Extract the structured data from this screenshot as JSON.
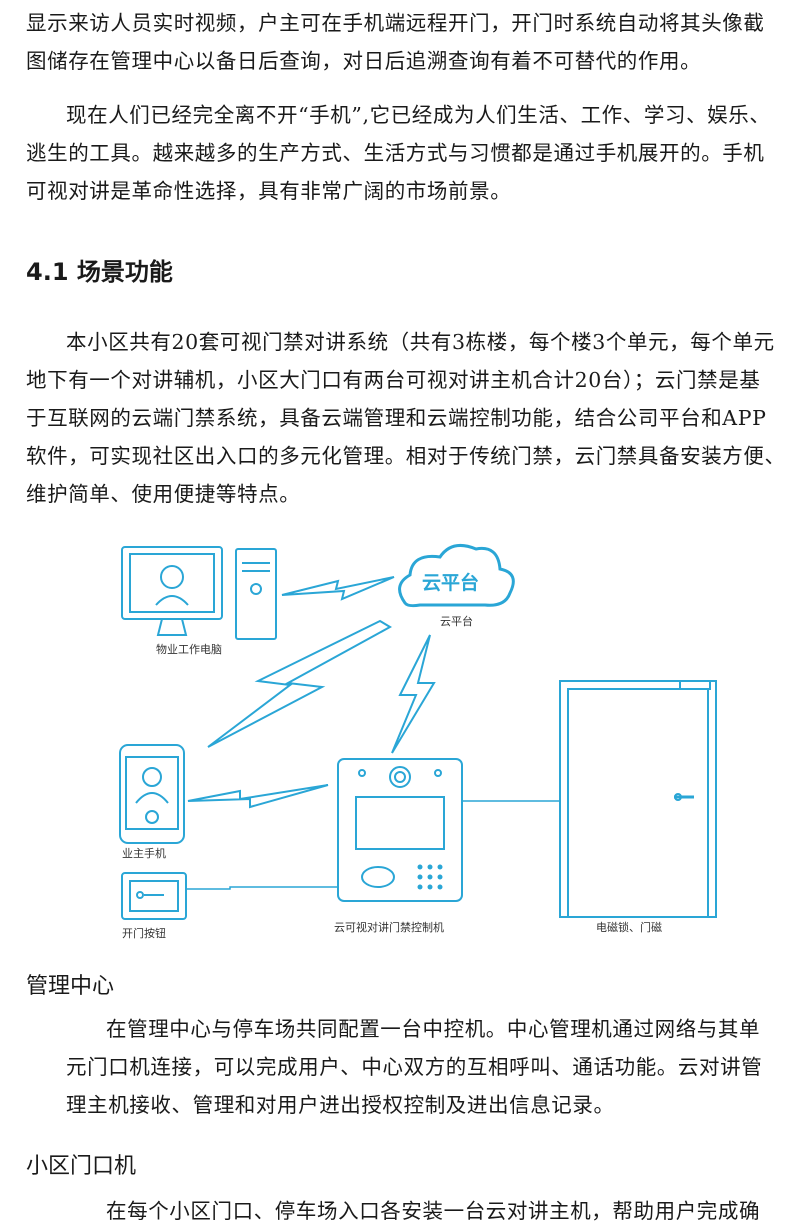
{
  "intro": {
    "line1": "显示来访人员实时视频，户主可在手机端远程开门，开门时系统自动将其头像截",
    "line2": "图储存在管理中心以备日后查询，对日后追溯查询有着不可替代的作用。",
    "line3": "现在人们已经完全离不开“手机”,它已经成为人们生活、工作、学习、娱乐、",
    "line4": "逃生的工具。越来越多的生产方式、生活方式与习惯都是通过手机展开的。手机",
    "line5": "可视对讲是革命性选择，具有非常广阔的市场前景。"
  },
  "section": {
    "title": "4.1 场景功能",
    "line1": "本小区共有20套可视门禁对讲系统（共有3栋楼，每个楼3个单元，每个单元",
    "line2": "地下有一个对讲辅机，小区大门口有两台可视对讲主机合计20台）；云门禁是基",
    "line3": "于互联网的云端门禁系统，具备云端管理和云端控制功能，结合公司平台和APP",
    "line4": "软件，可实现社区出入口的多元化管理。相对于传统门禁，云门禁具备安装方便、",
    "line5": "维护简单、使用便捷等特点。"
  },
  "diagram": {
    "cloud_logo_text": "云平台",
    "cloud_label": "云平台",
    "pc_label": "物业工作电脑",
    "phone_label": "业主手机",
    "button_label": "开门按钮",
    "panel_label": "云可视对讲门禁控制机",
    "door_label": "电磁锁、门磁",
    "accent_color": "#2aa6d6"
  },
  "management": {
    "title": "管理中心",
    "line1": "在管理中心与停车场共同配置一台中控机。中心管理机通过网络与其单",
    "line2": "元门口机连接，可以完成用户、中心双方的互相呼叫、通话功能。云对讲管",
    "line3": "理主机接收、管理和对用户进出授权控制及进出信息记录。"
  },
  "gate": {
    "title": "小区门口机",
    "line1": "在每个小区门口、停车场入口各安装一台云对讲主机，帮助用户完成确"
  }
}
